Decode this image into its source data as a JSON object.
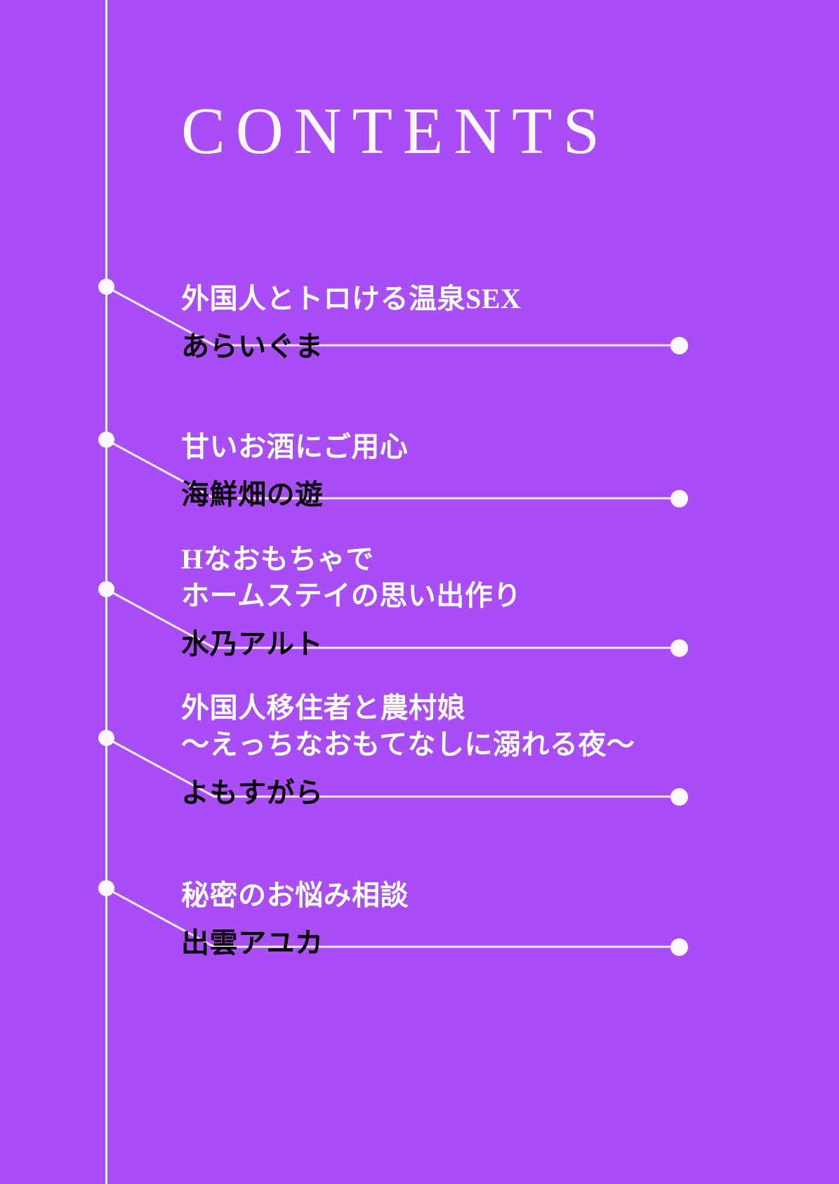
{
  "page": {
    "title": "CONTENTS",
    "background_color": "#a94ef6",
    "line_color": "#f2e9fb",
    "title_color": "#fdf7ff",
    "entry_title_color": "#ffffff",
    "entry_author_color": "#0a0408"
  },
  "contents": {
    "heading": "CONTENTS",
    "entries": [
      {
        "title_lines": [
          "外国人とトロける温泉SEX"
        ],
        "title_line_1": "外国人とトロける温泉SEX",
        "title_line_2": "",
        "author": "あらいぐま"
      },
      {
        "title_lines": [
          "甘いお酒にご用心"
        ],
        "title_line_1": "甘いお酒にご用心",
        "title_line_2": "",
        "author": "海鮮畑の遊"
      },
      {
        "title_lines": [
          "Hなおもちゃで",
          "ホームステイの思い出作り"
        ],
        "title_line_1": "Hなおもちゃで",
        "title_line_2": "ホームステイの思い出作り",
        "author": "水乃アルト"
      },
      {
        "title_lines": [
          "外国人移住者と農村娘",
          "～えっちなおもてなしに溺れる夜～"
        ],
        "title_line_1": "外国人移住者と農村娘",
        "title_line_2": "～えっちなおもてなしに溺れる夜～",
        "author": "よもすがら"
      },
      {
        "title_lines": [
          "秘密のお悩み相談"
        ],
        "title_line_1": "秘密のお悩み相談",
        "title_line_2": "",
        "author": "出雲アユカ"
      }
    ]
  }
}
